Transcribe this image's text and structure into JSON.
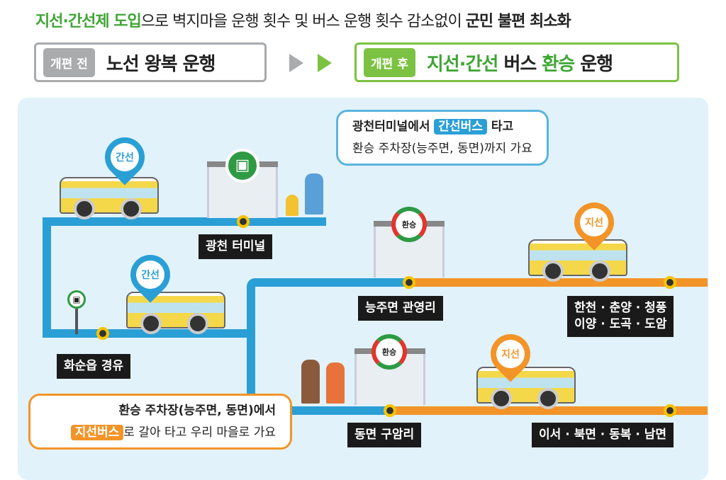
{
  "headline": {
    "green_part": "지선·간선제 도입",
    "normal_part": "으로 벽지마을 운행 횟수 및 버스 운행 횟수 감소없이 ",
    "bold_part": "군민 불편 최소화"
  },
  "before": {
    "tag": "개편 전",
    "text": "노선 왕복 운행"
  },
  "after": {
    "tag": "개편 후",
    "text_green1": "지선·간선",
    "text_black1": " 버스 ",
    "text_green2": "환승",
    "text_black2": " 운행"
  },
  "bubble_top": {
    "line1_a": "광천터미널에서 ",
    "line1_hl": "간선버스",
    "line1_b": " 타고",
    "line2": "환승 주차장(능주면, 동면)까지 가요"
  },
  "bubble_bottom": {
    "line1": "환승 주차장(능주면, 동면)에서",
    "line2_hl": "지선버스",
    "line2_b": "로 갈아 타고 우리 마을로 가요"
  },
  "stops": {
    "gwangcheon": "광천 터미널",
    "hwasun": "화순읍 경유",
    "neungju": "능주면 관영리",
    "hancheon_1": "한천 · 춘양 · 청풍",
    "hancheon_2": "이양 · 도곡 · 도암",
    "dongmyeon": "동면 구암리",
    "iseo": "이서 · 북면 · 동복 · 남면"
  },
  "pins": {
    "trunk": "간선",
    "branch": "지선"
  },
  "transfer": "환승",
  "colors": {
    "trunk": "#2a9fd6",
    "branch": "#f39428",
    "green": "#3fa535"
  }
}
